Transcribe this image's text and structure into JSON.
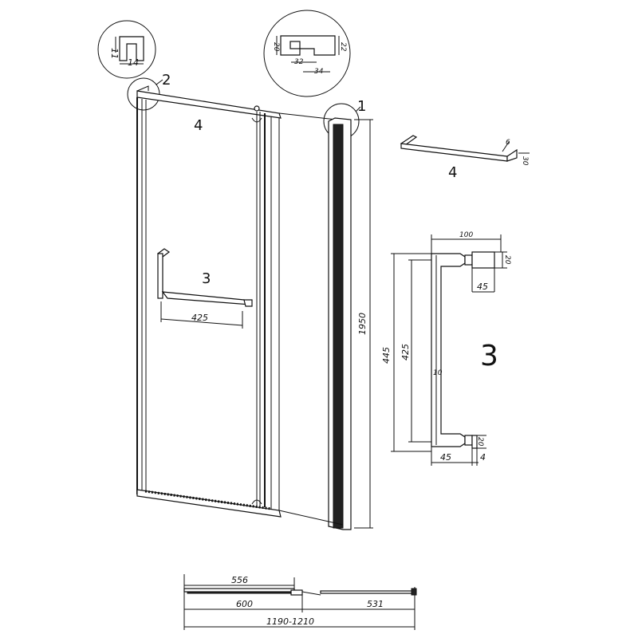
{
  "callouts": {
    "c1": "1",
    "c2": "2",
    "c3_main": "3",
    "c4_main": "4",
    "c4_detail": "4",
    "c3_detail": "3"
  },
  "detail2": {
    "h": "11",
    "w": "14"
  },
  "detail1": {
    "h_left": "20",
    "h_right": "22",
    "w_inner": "32",
    "w_outer": "34"
  },
  "main": {
    "height": "1950",
    "handle_width": "425"
  },
  "towel_bar": {
    "d1": "6",
    "d2": "30"
  },
  "handle_detail": {
    "d100": "100",
    "d20a": "20",
    "d45a": "45",
    "d445": "445",
    "d425": "425",
    "d10": "10",
    "d20b": "20",
    "d45b": "45",
    "d4": "4"
  },
  "bottom": {
    "d556": "556",
    "d600": "600",
    "d531": "531",
    "total": "1190-1210"
  }
}
